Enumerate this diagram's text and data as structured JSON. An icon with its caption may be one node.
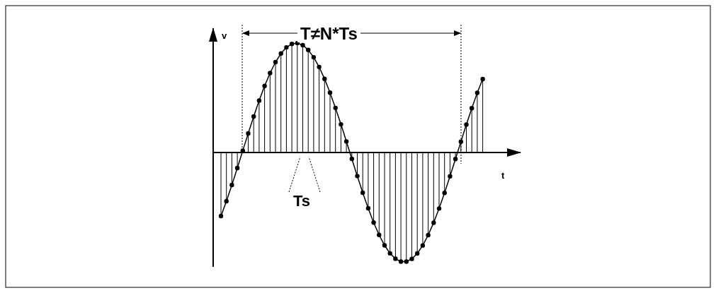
{
  "diagram": {
    "labels": [
      "v",
      "T≠N*Ts",
      "t",
      "Ts"
    ]
  }
}
